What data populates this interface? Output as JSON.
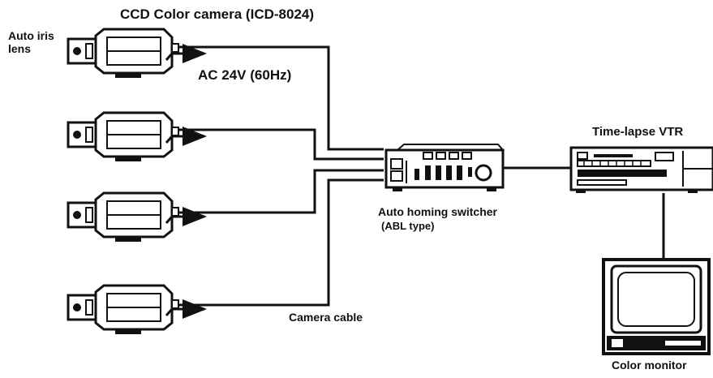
{
  "labels": {
    "title": "CCD Color camera (ICD-8024)",
    "auto_iris_line1": "Auto iris",
    "auto_iris_line2": "lens",
    "ac_power": "AC 24V (60Hz)",
    "time_lapse_vtr": "Time-lapse VTR",
    "switcher_line1": "Auto homing switcher",
    "switcher_line2": "(ABL type)",
    "camera_cable": "Camera cable",
    "color_monitor": "Color monitor"
  },
  "colors": {
    "ink": "#111111",
    "background": "#ffffff"
  }
}
